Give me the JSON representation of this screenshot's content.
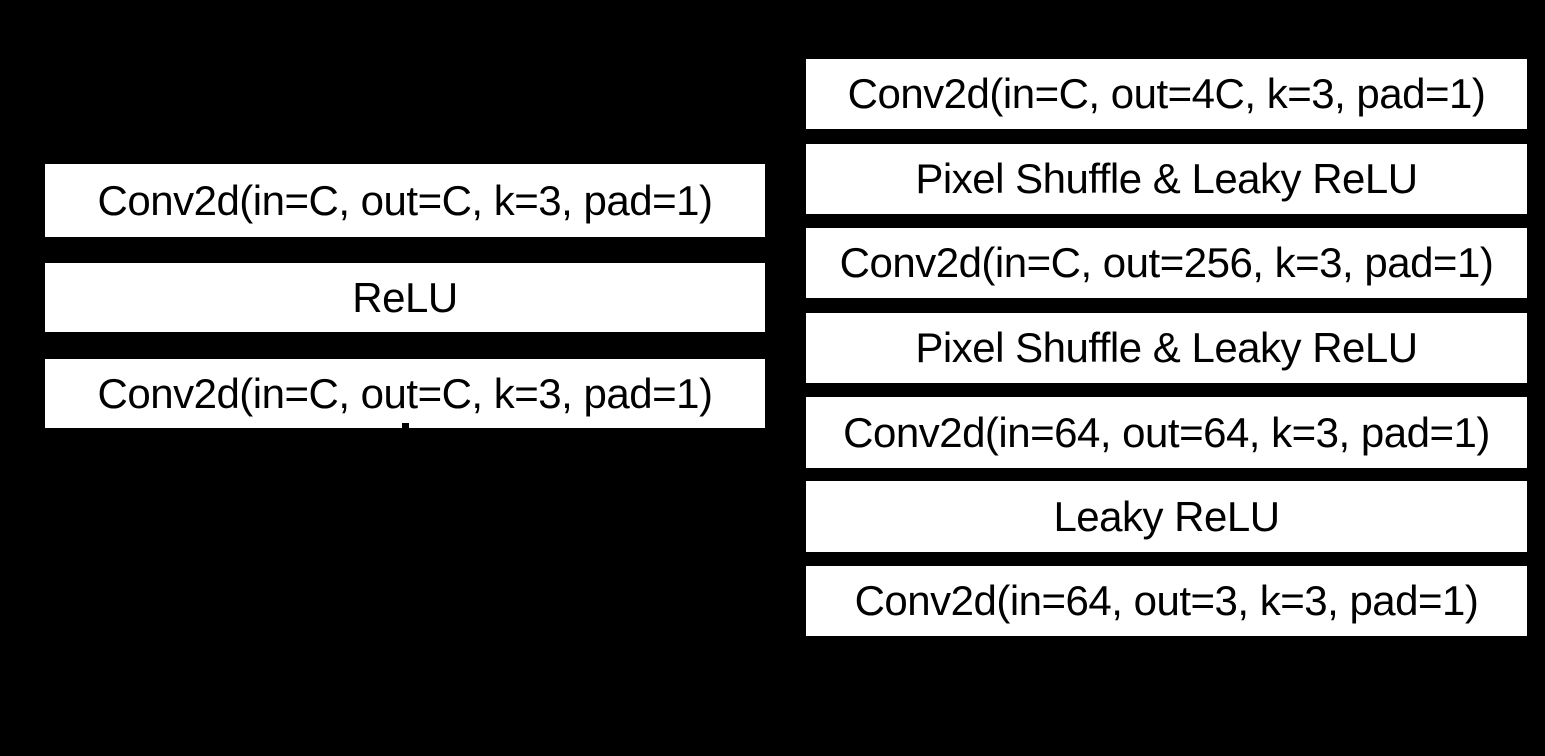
{
  "diagram": {
    "colors": {
      "background": "#000000",
      "box_fill": "#ffffff",
      "box_text": "#000000"
    },
    "left_column": {
      "boxes": [
        {
          "label": "Conv2d(in=C, out=C, k=3, pad=1)"
        },
        {
          "label": "ReLU"
        },
        {
          "label": "Conv2d(in=C, out=C, k=3, pad=1)"
        }
      ]
    },
    "right_column": {
      "boxes": [
        {
          "label": "Conv2d(in=C, out=4C, k=3, pad=1)"
        },
        {
          "label": "Pixel Shuffle & Leaky ReLU"
        },
        {
          "label": "Conv2d(in=C, out=256, k=3, pad=1)"
        },
        {
          "label": "Pixel Shuffle & Leaky ReLU"
        },
        {
          "label": "Conv2d(in=64, out=64, k=3, pad=1)"
        },
        {
          "label": "Leaky ReLU"
        },
        {
          "label": "Conv2d(in=64, out=3, k=3, pad=1)"
        }
      ]
    }
  }
}
